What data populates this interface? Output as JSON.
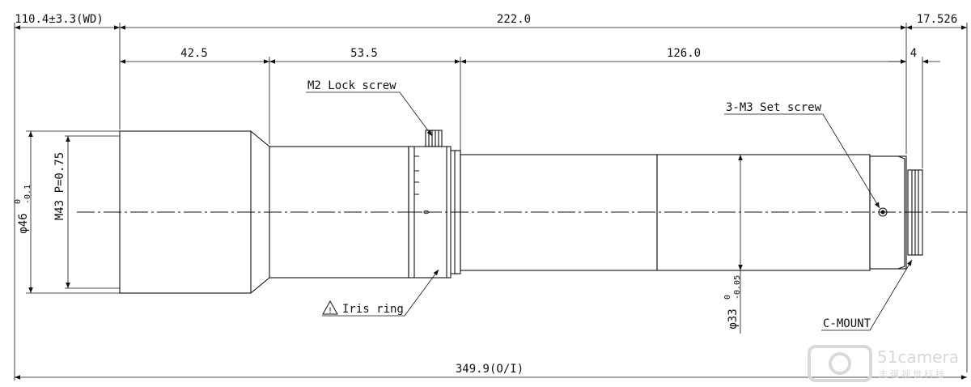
{
  "colors": {
    "line": "#111111",
    "watermark": "#d9d9d9"
  },
  "dimensions": {
    "wd": "110.4±3.3(WD)",
    "d222": "222.0",
    "d17526": "17.526",
    "d425": "42.5",
    "d535": "53.5",
    "d126": "126.0",
    "d4": "4",
    "total": "349.9(O/I)"
  },
  "labels": {
    "m2_lock_screw": "M2 Lock screw",
    "m3_set_screw": "3-M3 Set screw",
    "iris_ring": "Iris ring",
    "c_mount": "C-MOUNT",
    "thread": "M43 P=0.75",
    "dia46": "φ46",
    "dia46_tol_upper": "0",
    "dia46_tol_lower": "-0.1",
    "dia33": "φ33",
    "dia33_tol_upper": "0",
    "dia33_tol_lower": "-0.05",
    "scale_zero": "0",
    "warning_mark": "!"
  },
  "watermark": {
    "brand": "51camera",
    "tagline": "志强视觉科技"
  }
}
